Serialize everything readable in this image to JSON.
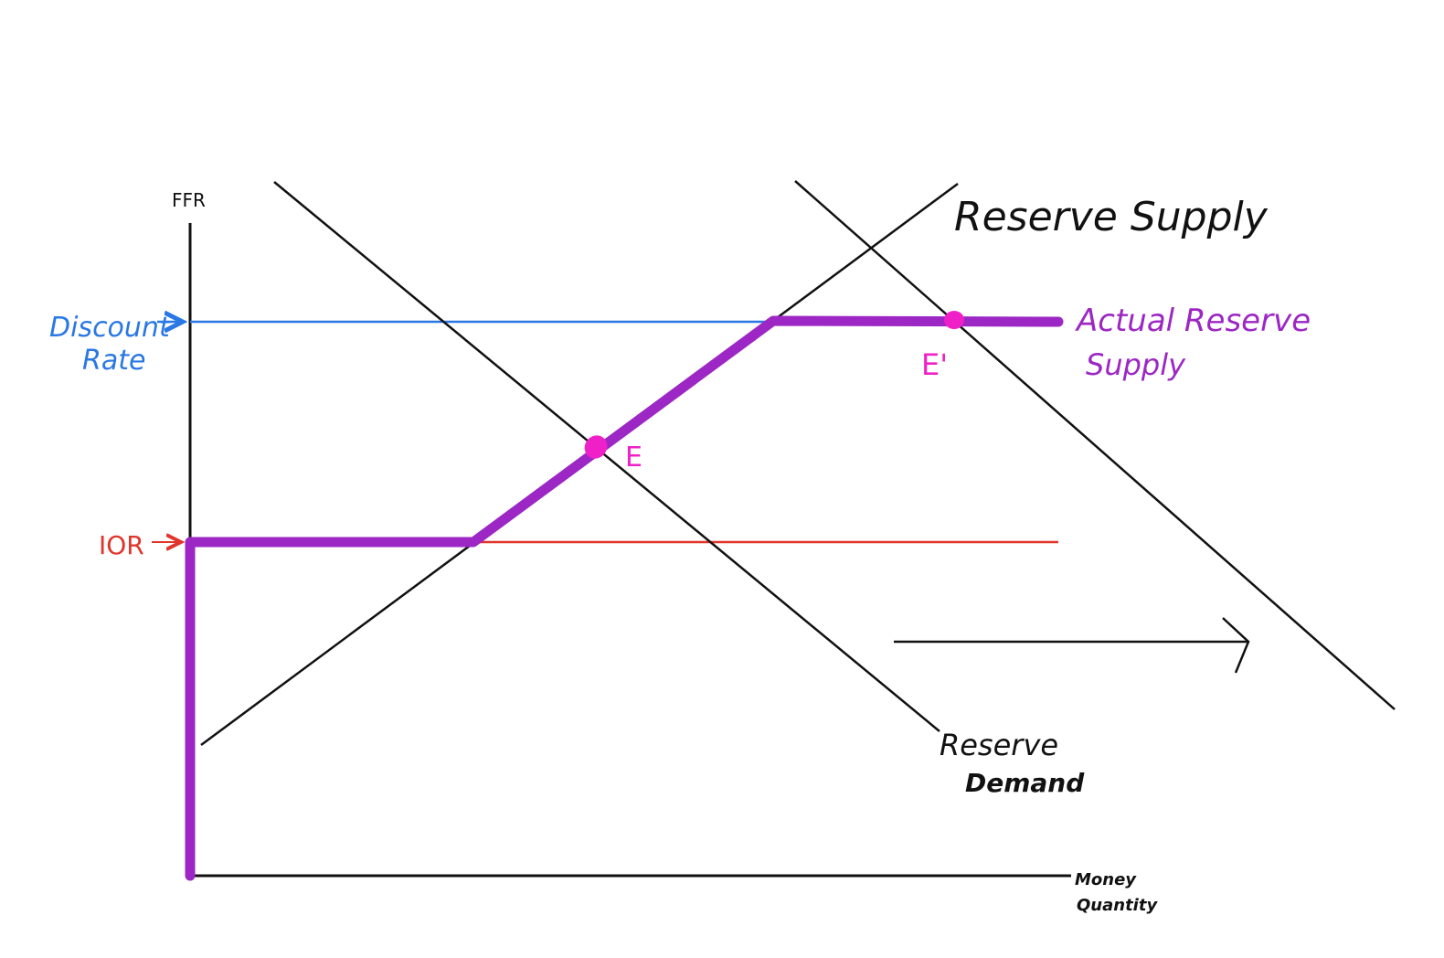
{
  "diagram": {
    "y_axis_label": "FFR",
    "x_axis_label_line1": "Money",
    "x_axis_label_line2": "Quantity",
    "discount_rate_line1": "Discount",
    "discount_rate_line2": "Rate",
    "ior_label": "IOR",
    "reserve_supply_label": "Reserve Supply",
    "actual_supply_line1": "Actual Reserve",
    "actual_supply_line2": "Supply",
    "reserve_demand_line1": "Reserve",
    "reserve_demand_line2": "Demand",
    "point_e": "E",
    "point_e_prime": "E'",
    "colors": {
      "axis": "#111111",
      "discount_rate": "#2a78e4",
      "ior": "#e0352b",
      "actual_supply": "#9c27c4",
      "equilibrium": "#f020c8"
    }
  }
}
